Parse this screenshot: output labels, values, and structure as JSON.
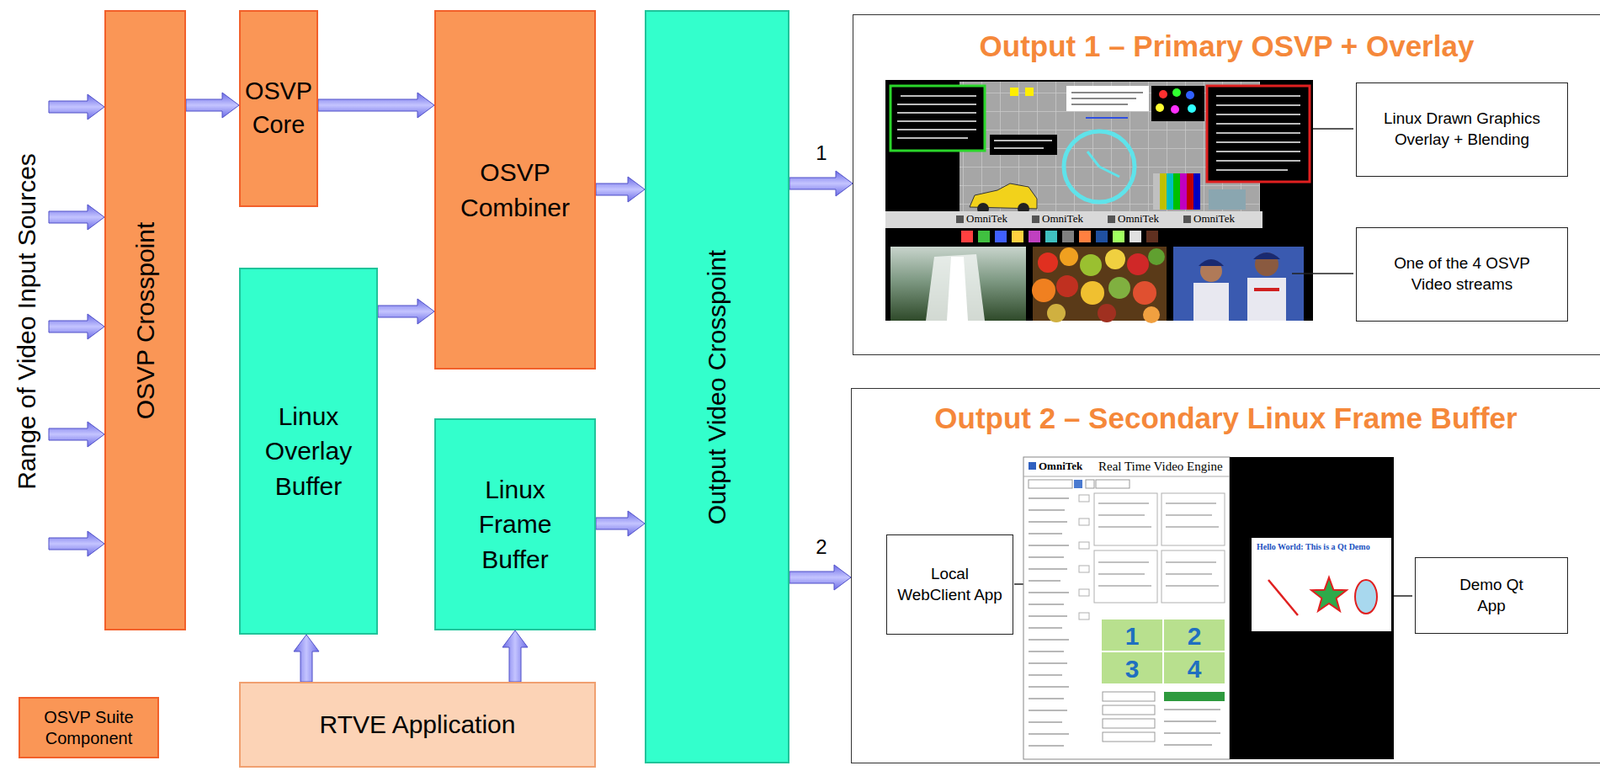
{
  "diagram": {
    "nodes": [
      {
        "text": [
          "OSVP Crosspoint"
        ]
      },
      {
        "text": [
          "OSVP Core"
        ]
      },
      {
        "text": [
          "OSVP Combiner"
        ]
      },
      {
        "text": [
          "Linux Overlay Buffer"
        ]
      },
      {
        "text": [
          "Linux Frame Buffer"
        ]
      },
      {
        "text": [
          "RTVE Application"
        ]
      },
      {
        "text": [
          "Output Video Crosspoint"
        ]
      },
      {
        "text": [
          "Output 1 – Primary OSVP + Overlay"
        ]
      },
      {
        "text": [
          "Linux Drawn Graphics Overlay + Blending"
        ],
        "in": 7
      },
      {
        "text": [
          "One of the 4 OSVP Video streams"
        ],
        "in": 7
      },
      {
        "text": [
          "Output 2 – Secondary Linux Frame Buffer"
        ]
      },
      {
        "text": [
          "Local WebClient App"
        ],
        "in": 10
      },
      {
        "text": [
          "Demo Qt App"
        ],
        "in": 10
      }
    ],
    "edges": [
      {
        "from": 0,
        "to": 1,
        "arrow": "to"
      },
      {
        "from": 1,
        "to": 2,
        "arrow": "to"
      },
      {
        "from": 3,
        "to": 2,
        "arrow": "to"
      },
      {
        "from": 2,
        "to": 6,
        "arrow": "to"
      },
      {
        "from": 4,
        "to": 6,
        "arrow": "to"
      },
      {
        "from": 5,
        "to": 3,
        "arrow": "to"
      },
      {
        "from": 5,
        "to": 4,
        "arrow": "to"
      },
      {
        "from": 6,
        "to": 7,
        "arrow": "to",
        "label": "1"
      },
      {
        "from": 6,
        "to": 10,
        "arrow": "to",
        "label": "2"
      }
    ],
    "labels": [
      "Range of Video Input Sources",
      "OmniTek",
      "OmniTek",
      "OmniTek",
      "OmniTek",
      "OmniTek",
      "Real Time Video Engine",
      "1",
      "2",
      "3",
      "4",
      "Hello World: This is a Qt Demo"
    ],
    "legend": [
      {
        "text": "OSVP Suite Component",
        "color": "#FA9656"
      }
    ]
  }
}
